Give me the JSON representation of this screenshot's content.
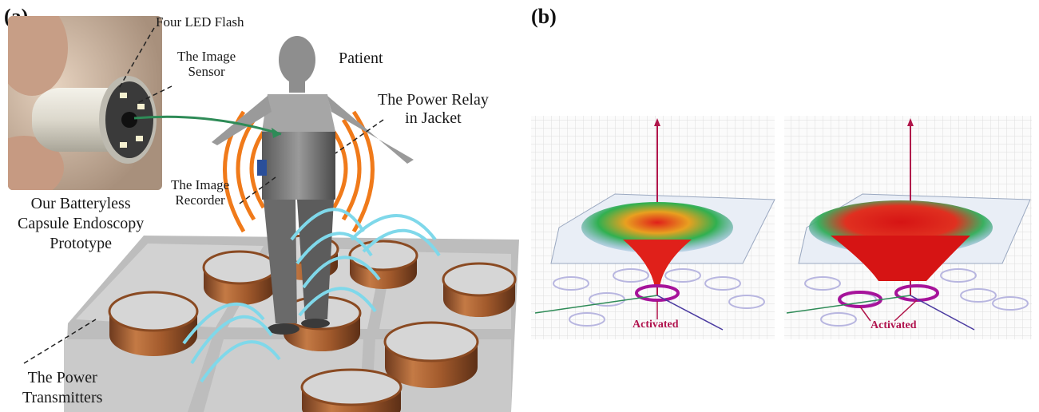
{
  "panels": {
    "a": {
      "label": "(a)"
    },
    "b": {
      "label": "(b)"
    }
  },
  "diagram_a": {
    "four_led_flash": "Four LED Flash",
    "image_sensor_line1": "The Image",
    "image_sensor_line2": "Sensor",
    "patient": "Patient",
    "power_relay_line1": "The Power Relay",
    "power_relay_line2": "in Jacket",
    "image_recorder_line1": "The Image",
    "image_recorder_line2": "Recorder",
    "capsule_line1": "Our Batteryless",
    "capsule_line2": "Capsule Endoscopy",
    "capsule_line3": "Prototype",
    "transmitters_line1": "The Power",
    "transmitters_line2": "Transmitters"
  },
  "diagram_b": {
    "left_activated": "Activated",
    "right_activated": "Activated"
  },
  "colors": {
    "coil_copper": "#b0663a",
    "field_orange": "#f07a1a",
    "field_cyan": "#7fd8ea",
    "activated_magenta": "#a6139a",
    "arrow_green": "#2e8b57"
  }
}
